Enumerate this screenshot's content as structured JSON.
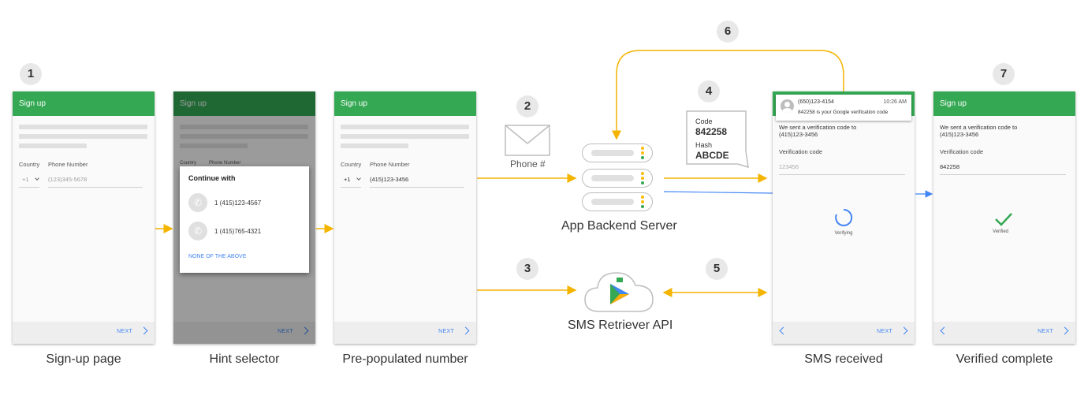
{
  "badges": {
    "b1": "1",
    "b2": "2",
    "b3": "3",
    "b4": "4",
    "b5": "5",
    "b6": "6",
    "b7": "7"
  },
  "captions": {
    "signup": "Sign-up page",
    "hint": "Hint selector",
    "prepop": "Pre-populated number",
    "sms": "SMS received",
    "verified": "Verified complete"
  },
  "screens": {
    "common": {
      "title": "Sign up",
      "next": "NEXT"
    },
    "signup": {
      "country_label": "Country",
      "phone_label": "Phone Number",
      "country_code": "+1",
      "phone_placeholder": "(123)345-5678"
    },
    "hint": {
      "country_label": "Country",
      "phone_label": "Phone Number",
      "dialog_title": "Continue with",
      "options": [
        "1 (415)123-4567",
        "1 (415)765-4321"
      ],
      "none": "NONE OF THE ABOVE"
    },
    "prepop": {
      "country_label": "Country",
      "phone_label": "Phone Number",
      "country_code": "+1",
      "phone_value": "(415)123-3456"
    },
    "sms": {
      "notif_sender": "(650)123-4154",
      "notif_time": "10:26 AM",
      "notif_body": "842258 is your Google verification code",
      "sent_line1": "We sent a verification code to",
      "sent_line2": "(415)123-3456",
      "code_label": "Verification code",
      "code_placeholder": "123456",
      "status": "Verifying"
    },
    "verified": {
      "sent_line1": "We sent a verification code to",
      "sent_line2": "(415)123-3456",
      "code_label": "Verification code",
      "code_value": "842258",
      "status": "Verified"
    }
  },
  "center": {
    "phone_hash_label": "Phone #",
    "server_label": "App Backend Server",
    "api_label": "SMS Retriever API",
    "card": {
      "code_label": "Code",
      "code_value": "842258",
      "hash_label": "Hash",
      "hash_value": "ABCDE"
    }
  },
  "colors": {
    "green": "#34a853",
    "arrow_yellow": "#f4b400",
    "arrow_blue": "#4285f4",
    "next_blue": "#4285f4"
  }
}
